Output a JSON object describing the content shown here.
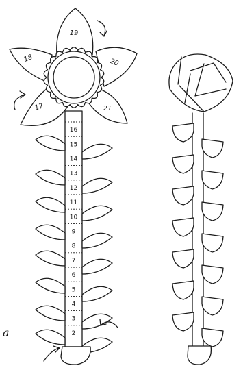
{
  "flat_pattern": {
    "petal_numbers": [
      "19",
      "20",
      "21",
      "17",
      "18"
    ],
    "stem_numbers": [
      "16",
      "15",
      "14",
      "13",
      "12",
      "11",
      "10",
      "9",
      "8",
      "7",
      "6",
      "5",
      "4",
      "3",
      "2"
    ]
  },
  "edge_mark": "a",
  "colors": {
    "ink": "#1b1b1b",
    "paper": "#ffffff"
  }
}
